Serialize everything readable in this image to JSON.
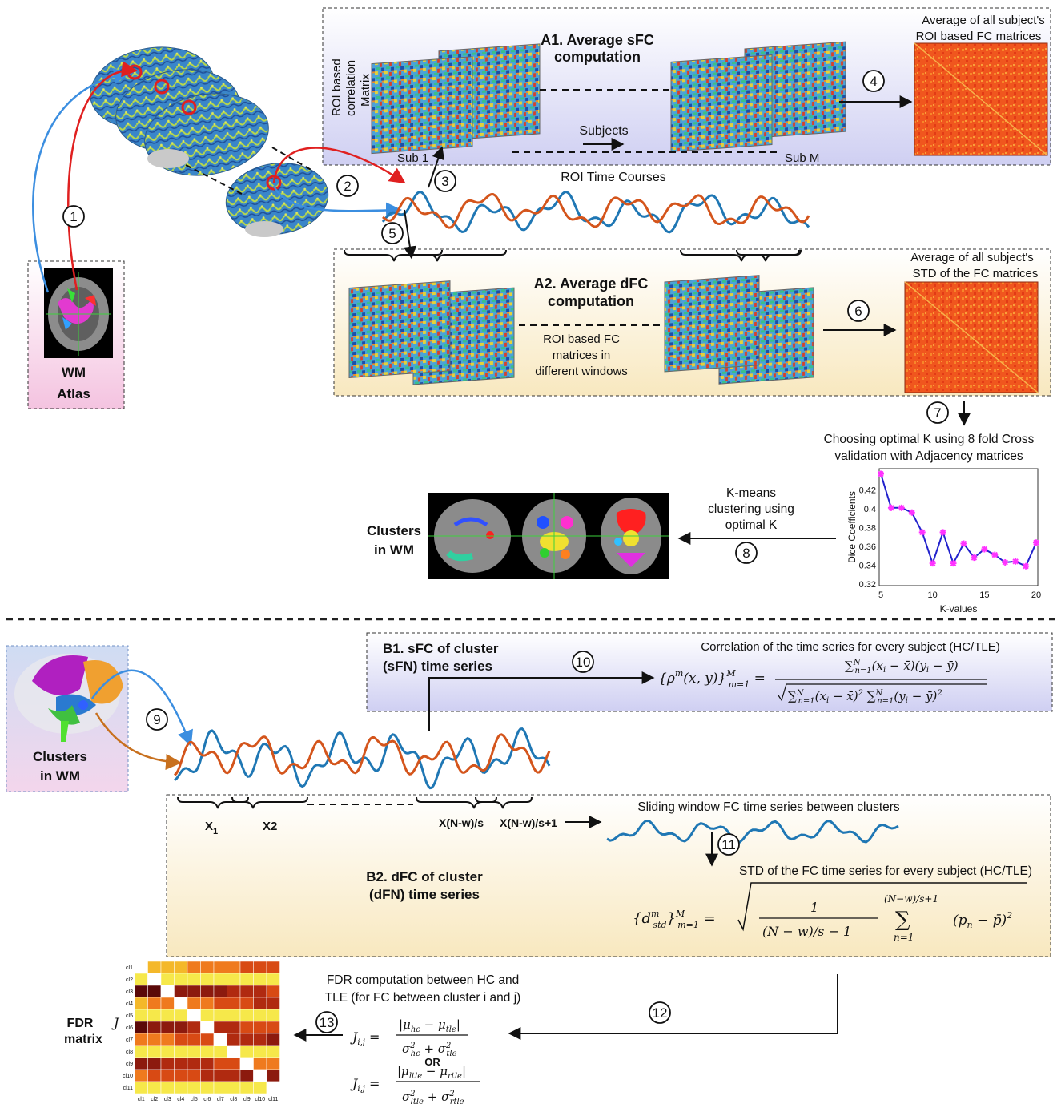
{
  "colors": {
    "blue_signal": "#1f77b4",
    "orange_signal": "#d4551c",
    "arrow_red": "#e02020",
    "arrow_blue": "#3b8ee0",
    "arrow_orange": "#c8701e",
    "panel_a1": "#dcdcf4",
    "panel_a2": "#fbf1d6",
    "panel_b1": "#dcdcf4",
    "panel_b2": "#fbf1d6",
    "atlas_box": "#f8d6ea",
    "cluster_box": "#dde6f6",
    "marker_magenta": "#ff33ff",
    "line_blue": "#2222cc"
  },
  "steps": [
    "1",
    "2",
    "3",
    "4",
    "5",
    "6",
    "7",
    "8",
    "9",
    "10",
    "11",
    "12",
    "13"
  ],
  "atlas": {
    "line1": "WM",
    "line2": "Atlas"
  },
  "a1": {
    "title1": "A1. Average sFC",
    "title2": "computation",
    "ylabel1": "ROI based",
    "ylabel2": "correlation",
    "ylabel3": "Matrix",
    "subjects": "Subjects",
    "sub1": "Sub 1",
    "subm": "Sub M",
    "avg1": "Average of all subject's",
    "avg2": "ROI based FC matrices"
  },
  "roi_tc": "ROI Time Courses",
  "a2": {
    "title1": "A2. Average dFC",
    "title2": "computation",
    "mid1": "ROI based FC",
    "mid2": "matrices in",
    "mid3": "different windows",
    "avg1": "Average of all subject's",
    "avg2": "STD of the FC matrices"
  },
  "kchoice": {
    "line1": "Choosing optimal K using 8 fold Cross",
    "line2": "validation with Adjacency matrices"
  },
  "kmeans": {
    "line1": "K-means",
    "line2": "clustering using",
    "line3": "optimal K"
  },
  "clusters_wm": {
    "line1": "Clusters",
    "line2": "in WM"
  },
  "chart_data": {
    "type": "line",
    "xlabel": "K-values",
    "ylabel": "Dice Coefficients",
    "x": [
      5,
      6,
      7,
      8,
      9,
      10,
      11,
      12,
      13,
      14,
      15,
      16,
      17,
      18,
      19,
      20
    ],
    "y": [
      0.437,
      0.401,
      0.401,
      0.396,
      0.375,
      0.342,
      0.375,
      0.342,
      0.363,
      0.348,
      0.357,
      0.351,
      0.343,
      0.344,
      0.339,
      0.364
    ],
    "xlim": [
      5,
      20
    ],
    "ylim": [
      0.32,
      0.44
    ],
    "xticks": [
      "5",
      "10",
      "15",
      "20"
    ],
    "yticks": [
      "0.32",
      "0.34",
      "0.36",
      "0.38",
      "0.4",
      "0.42"
    ],
    "grid": false
  },
  "b1": {
    "title1": "B1. sFC of cluster",
    "title2": "(sFN) time series",
    "corr": "Correlation of the time series for every subject (HC/TLE)"
  },
  "clusters_b": {
    "line1": "Clusters",
    "line2": "in WM"
  },
  "b2": {
    "sliding": "Sliding window FC time series between clusters",
    "std": "STD of the FC time series for every subject (HC/TLE)",
    "title1": "B2. dFC of cluster",
    "title2": "(dFN) time series",
    "x1": "X",
    "x1sub": "1",
    "x2": "X2",
    "xnw": "X(N-w)/s",
    "xnw1": "X(N-w)/s+1"
  },
  "fdr": {
    "line1": "FDR computation between HC and",
    "line2": "TLE (for FC between cluster i and j)",
    "or": "OR",
    "label1": "FDR",
    "label2": "matrix",
    "j": "J",
    "rows": [
      "cl1",
      "cl2",
      "cl3",
      "cl4",
      "cl5",
      "cl6",
      "cl7",
      "cl8",
      "cl9",
      "cl10",
      "cl11"
    ]
  }
}
